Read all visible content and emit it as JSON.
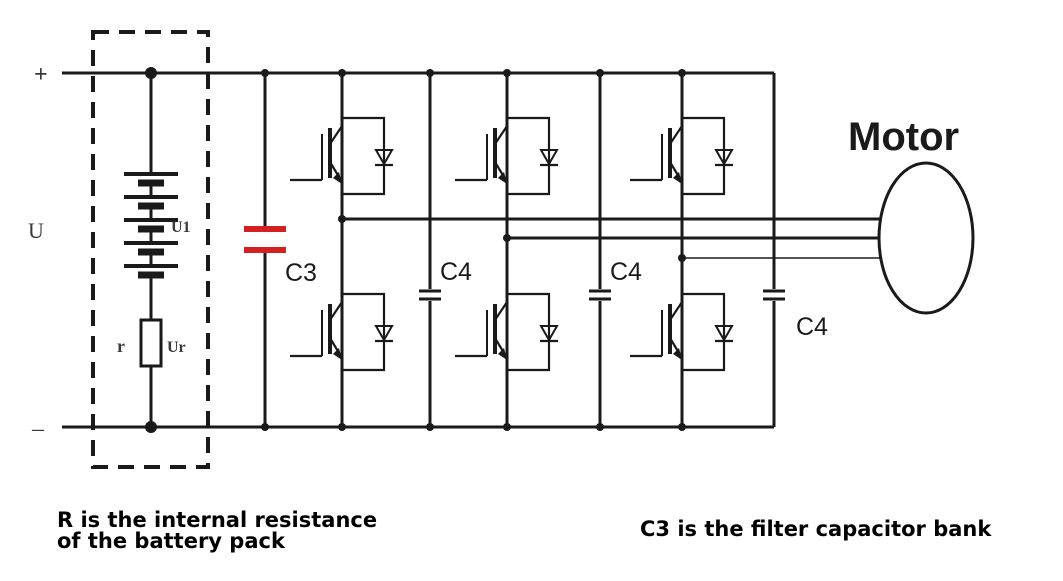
{
  "terminals": {
    "plus": "+",
    "minus": "–",
    "voltage": "U"
  },
  "battery": {
    "cell_label": "U1",
    "resistor_label": "r",
    "resistor_voltage_label": "Ur"
  },
  "capacitors": {
    "filter": "C3",
    "snubber": "C4"
  },
  "motor": {
    "label": "Motor"
  },
  "notes": {
    "resistance_line1": "R is the internal resistance",
    "resistance_line2": "of the battery pack",
    "filter": "C3 is the filter capacitor bank"
  },
  "colors": {
    "wire": "#1a1a1a",
    "filter_capacitor": "#d42020"
  }
}
